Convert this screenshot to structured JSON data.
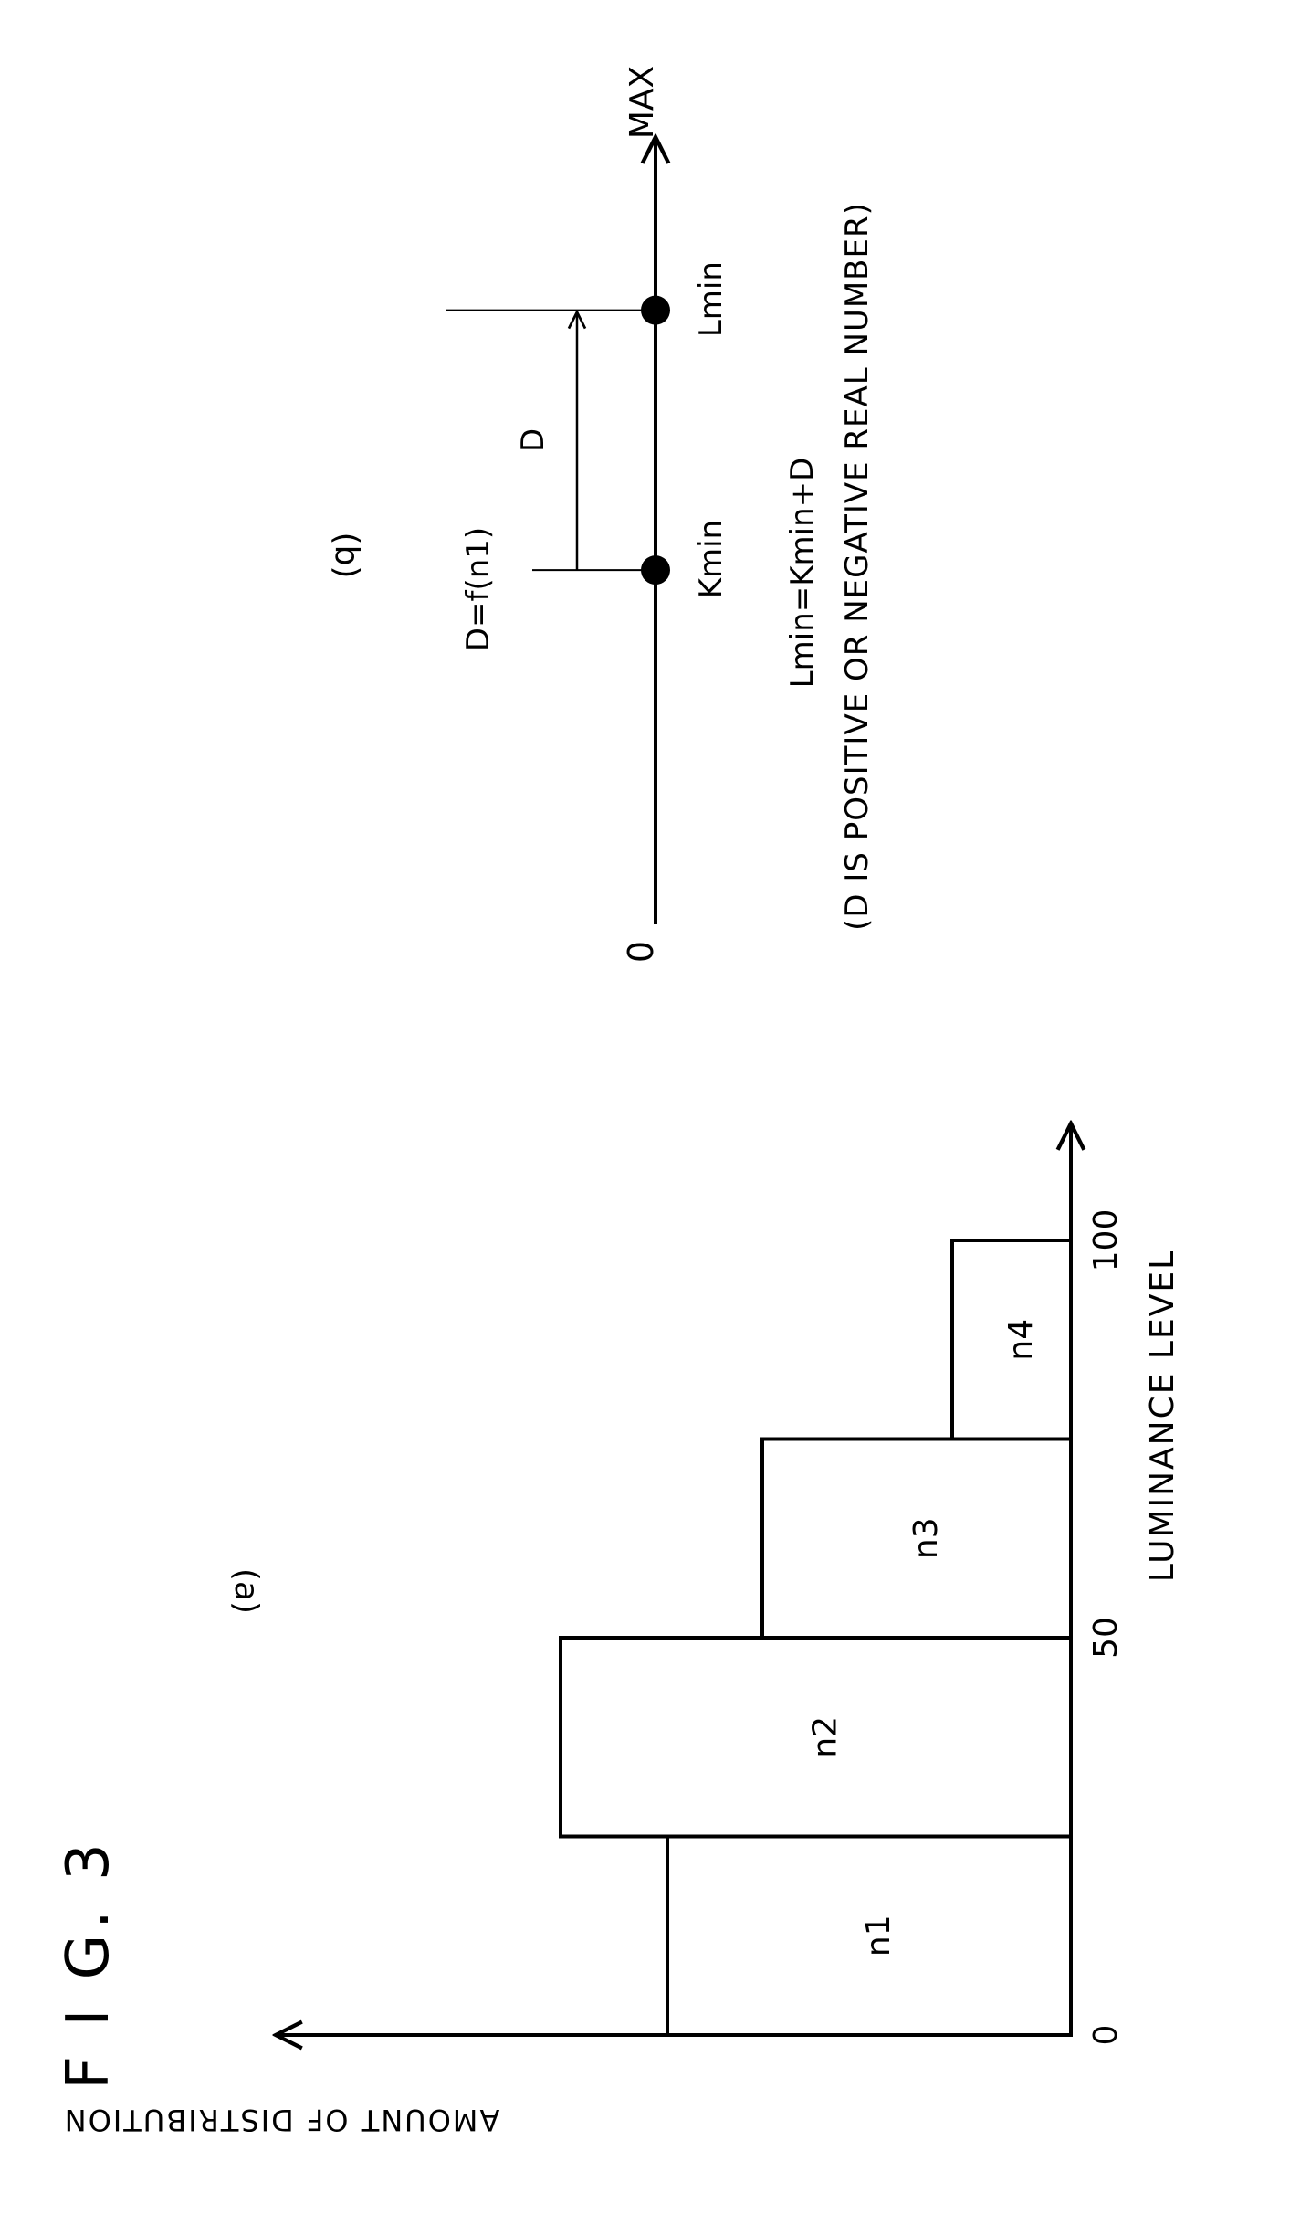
{
  "figure": {
    "title": "F I G. 3"
  },
  "panel_a": {
    "label": "(a)",
    "ylabel": "AMOUNT OF DISTRIBUTION",
    "xlabel": "LUMINANCE LEVEL"
  },
  "chart_data": {
    "type": "bar",
    "title": "",
    "xlabel": "LUMINANCE LEVEL",
    "ylabel": "AMOUNT OF DISTRIBUTION",
    "bins": [
      {
        "label": "n1",
        "x0": 0,
        "x1": 25,
        "value": 34
      },
      {
        "label": "n2",
        "x0": 25,
        "x1": 50,
        "value": 43
      },
      {
        "label": "n3",
        "x0": 50,
        "x1": 75,
        "value": 26
      },
      {
        "label": "n4",
        "x0": 75,
        "x1": 100,
        "value": 10
      }
    ],
    "xticks": [
      0,
      50,
      100
    ],
    "xlim": [
      0,
      117
    ],
    "ylim": [
      0,
      62
    ],
    "grid": false,
    "bar_color": "#ffffff",
    "line_color": "#000000"
  },
  "panel_b": {
    "label": "(b)",
    "zero_label": "0",
    "max_label": "MAX",
    "kmin_label": "Kmin",
    "lmin_label": "Lmin",
    "d_label": "D",
    "d_formula": "D=f(n1)",
    "lmin_formula": "Lmin=Kmin+D",
    "note": "(D IS POSITIVE OR NEGATIVE REAL NUMBER)",
    "kmin_value": 0.45,
    "lmin_value": 0.78
  }
}
